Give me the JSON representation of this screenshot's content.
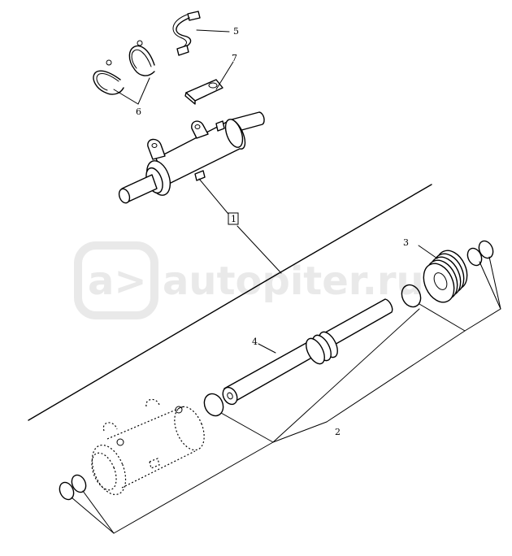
{
  "watermark": {
    "text": "autopiter.ru",
    "logo_glyph": "a>"
  },
  "callouts": {
    "c1": "1",
    "c2": "2",
    "c3": "3",
    "c4": "4",
    "c5": "5",
    "c6": "6",
    "c7": "7"
  },
  "colors": {
    "line": "#000000",
    "background": "#ffffff",
    "watermark": "#e9e9e9"
  }
}
